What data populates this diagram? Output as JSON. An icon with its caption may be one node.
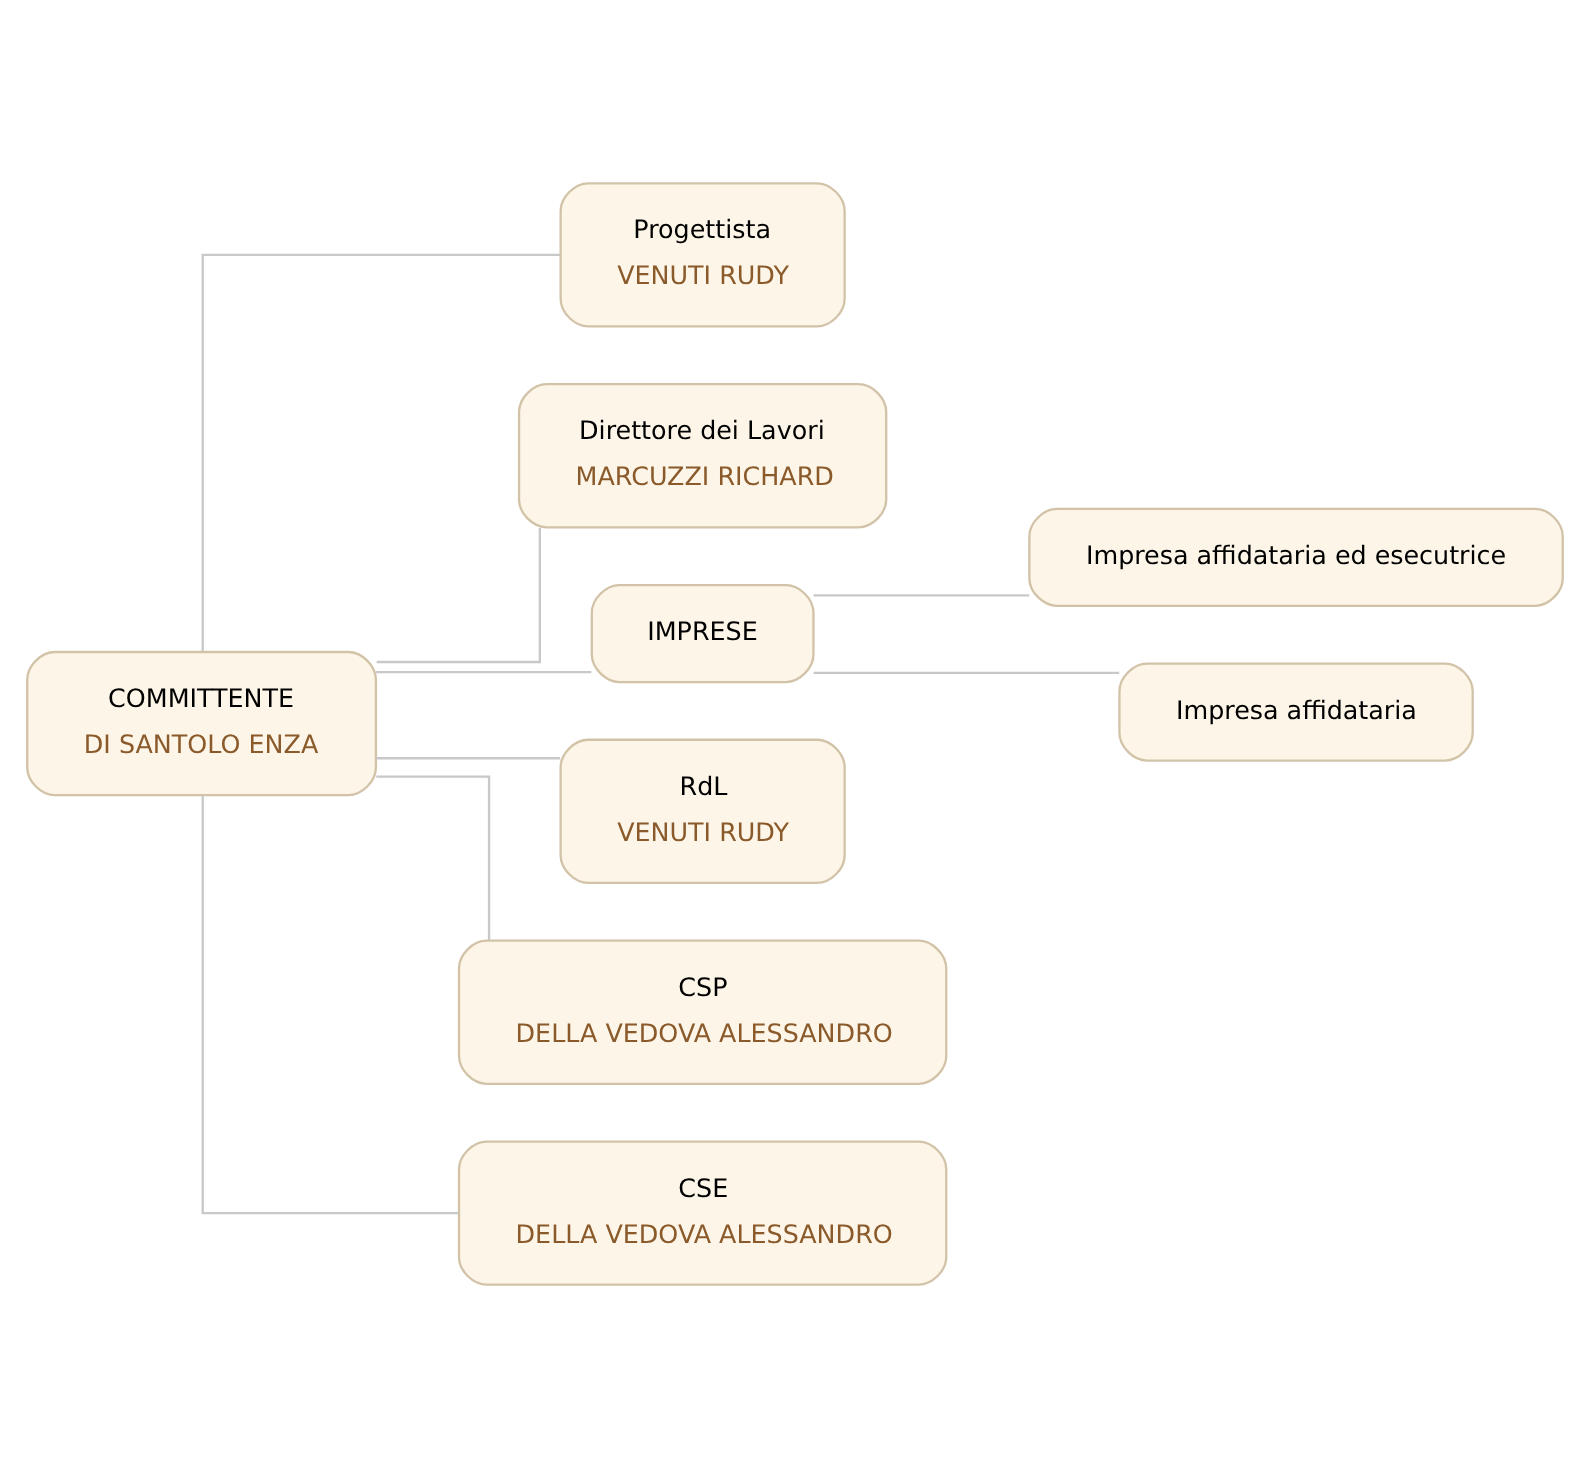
{
  "diagram": {
    "nodes": [
      {
        "text": [
          "COMMITTENTE",
          "DI SANTOLO ENZA"
        ]
      },
      {
        "text": [
          "Progettista",
          "VENUTI RUDY"
        ]
      },
      {
        "text": [
          "Direttore dei Lavori",
          "MARCUZZI RICHARD"
        ]
      },
      {
        "text": [
          "IMPRESE"
        ]
      },
      {
        "text": [
          "Impresa affidataria ed esecutrice"
        ]
      },
      {
        "text": [
          "Impresa affidataria"
        ]
      },
      {
        "text": [
          "RdL",
          "VENUTI RUDY"
        ]
      },
      {
        "text": [
          "CSP",
          "DELLA VEDOVA ALESSANDRO"
        ]
      },
      {
        "text": [
          "CSE",
          "DELLA VEDOVA ALESSANDRO"
        ]
      }
    ],
    "edges": [
      {
        "from": 0,
        "to": 1,
        "arrow": "none"
      },
      {
        "from": 0,
        "to": 2,
        "arrow": "none"
      },
      {
        "from": 0,
        "to": 3,
        "arrow": "none"
      },
      {
        "from": 3,
        "to": 4,
        "arrow": "none"
      },
      {
        "from": 3,
        "to": 5,
        "arrow": "none"
      },
      {
        "from": 0,
        "to": 6,
        "arrow": "none"
      },
      {
        "from": 0,
        "to": 7,
        "arrow": "none"
      },
      {
        "from": 0,
        "to": 8,
        "arrow": "none"
      }
    ]
  }
}
